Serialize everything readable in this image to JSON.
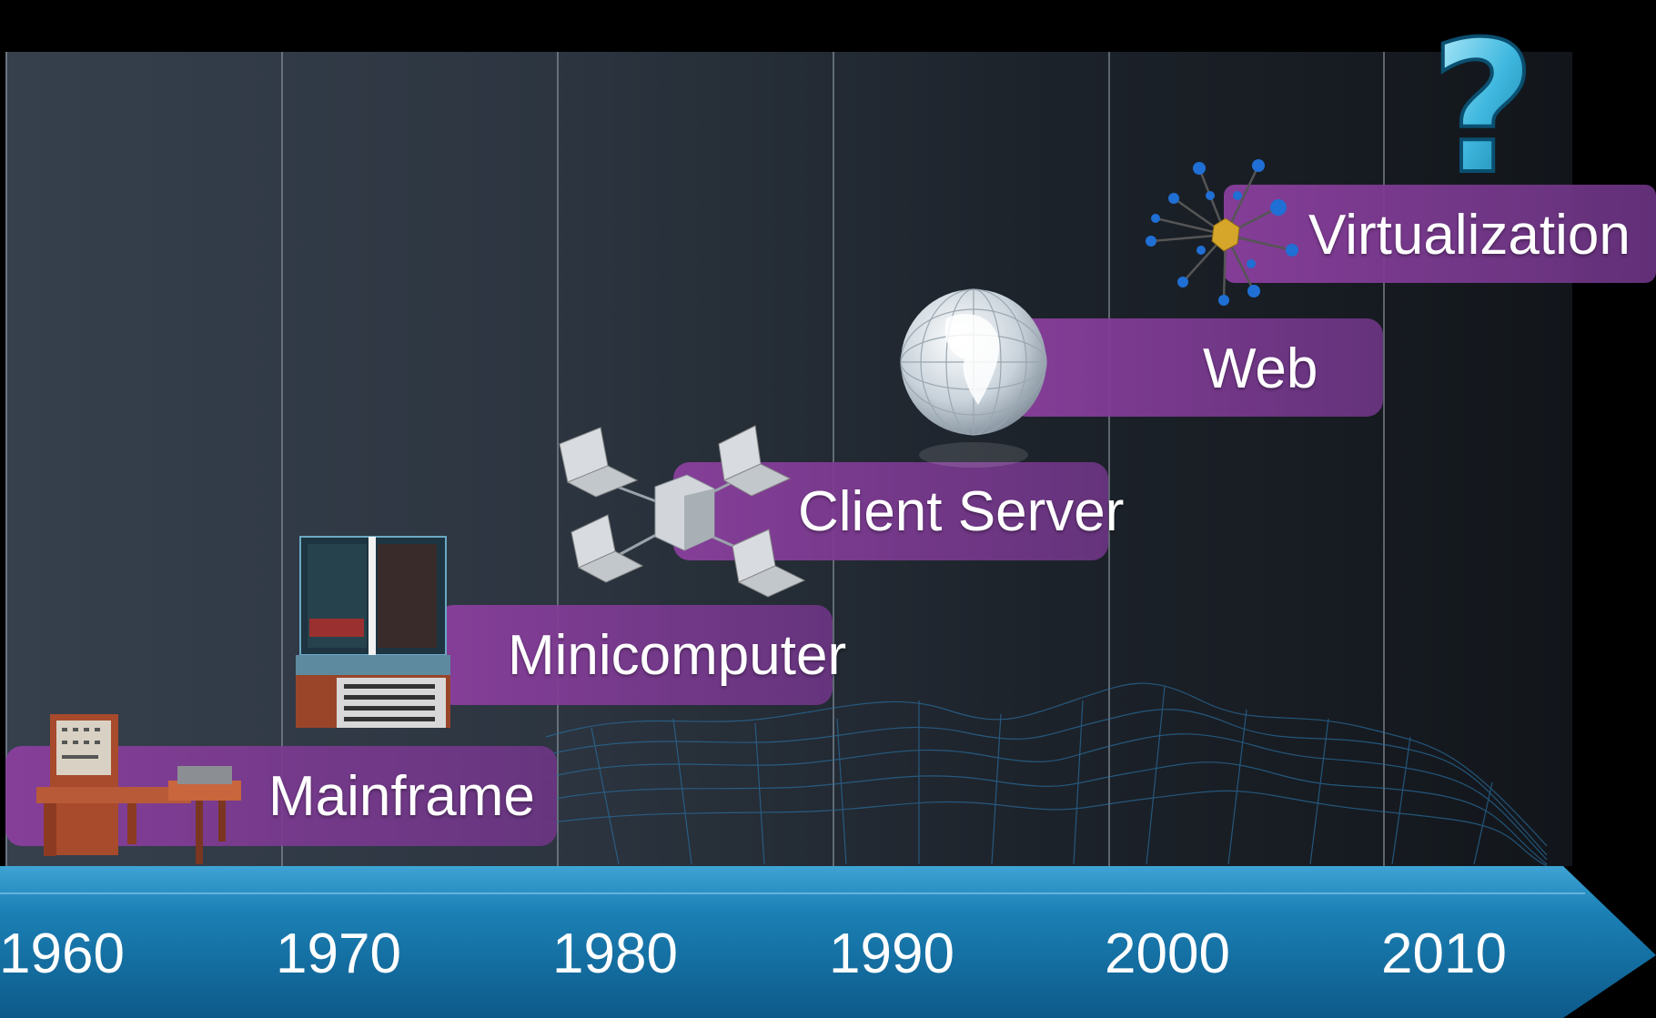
{
  "eras": [
    {
      "label": "Mainframe",
      "icon": "mainframe-icon"
    },
    {
      "label": "Minicomputer",
      "icon": "minicomputer-icon"
    },
    {
      "label": "Client Server",
      "icon": "client-server-network-icon"
    },
    {
      "label": "Web",
      "icon": "globe-icon"
    },
    {
      "label": "Virtualization",
      "icon": "virtualization-network-icon"
    }
  ],
  "future_icon": "question-mark-icon",
  "years": [
    "1960",
    "1970",
    "1980",
    "1990",
    "2000",
    "2010"
  ],
  "colors": {
    "era_bar": "#7a3a8e",
    "timeline_arrow": "#1d7fb0",
    "grid_line": "#8f98a3",
    "background": "#000000"
  }
}
